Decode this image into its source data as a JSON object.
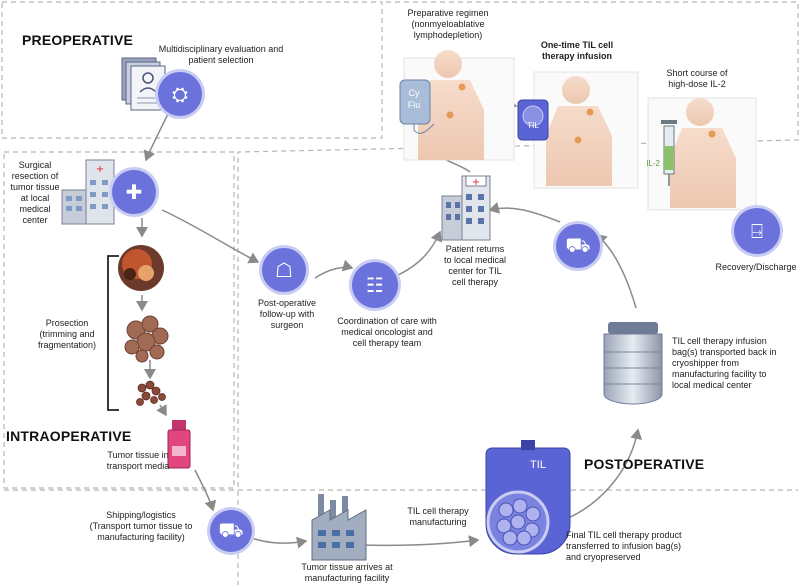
{
  "phases": {
    "preoperative": "PREOPERATIVE",
    "intraoperative": "INTRAOPERATIVE",
    "postoperative": "POSTOPERATIVE"
  },
  "steps": {
    "evaluation": "Multidisciplinary evaluation and patient selection",
    "surgical_resection_lines": [
      "Surgical",
      "resection of",
      "tumor tissue",
      "at local",
      "medical",
      "center"
    ],
    "prosection_lines": [
      "Prosection",
      "(trimming and",
      "fragmentation)"
    ],
    "transport_media_lines": [
      "Tumor tissue in",
      "transport media"
    ],
    "shipping_lines": [
      "Shipping/logistics",
      "(Transport tumor tissue to",
      "manufacturing facility)"
    ],
    "arrives_lines": [
      "Tumor tissue arrives at",
      "manufacturing facility"
    ],
    "manufacturing_lines": [
      "TIL cell therapy",
      "manufacturing"
    ],
    "final_product_lines": [
      "Final TIL cell therapy product",
      "transferred to infusion bag(s)",
      "and cryopreserved"
    ],
    "transported_back_lines": [
      "TIL cell therapy infusion",
      "bag(s) transported back in",
      "cryoshipper from",
      "manufacturing facility to",
      "local medical center"
    ],
    "followup_lines": [
      "Post-operative",
      "follow-up with",
      "surgeon"
    ],
    "coordination_lines": [
      "Coordination of care with",
      "medical oncologist and",
      "cell therapy team"
    ],
    "returns_lines": [
      "Patient returns",
      "to local medical",
      "center for TIL",
      "cell therapy"
    ],
    "preparative_lines": [
      "Preparative regimen",
      "(nonmyeloablative",
      "lymphodepletion)"
    ],
    "infusion_lines": [
      "One-time TIL cell",
      "therapy infusion"
    ],
    "il2_lines": [
      "Short course of",
      "high-dose IL-2"
    ],
    "recovery": "Recovery/Discharge"
  },
  "bag_labels": {
    "cy": "Cy",
    "flu": "Flu",
    "til_small": "TIL",
    "til_large": "TIL",
    "il2": "IL-2"
  },
  "colors": {
    "accent": "#6b72db",
    "accent_ring": "#c9ccf3",
    "arrow": "#8a8a8a",
    "dashed_border": "#b5b5b5"
  },
  "icons": [
    "clipboard-icon",
    "meeting-icon",
    "hospital-icon",
    "surgery-icon",
    "tumor-image",
    "fragments-image",
    "vial-icon",
    "truck-icon",
    "factory-icon",
    "cell-bag-icon",
    "cryoshipper-icon",
    "stretcher-icon",
    "care-team-icon",
    "patient-figure",
    "syringe-icon",
    "exit-door-icon"
  ]
}
